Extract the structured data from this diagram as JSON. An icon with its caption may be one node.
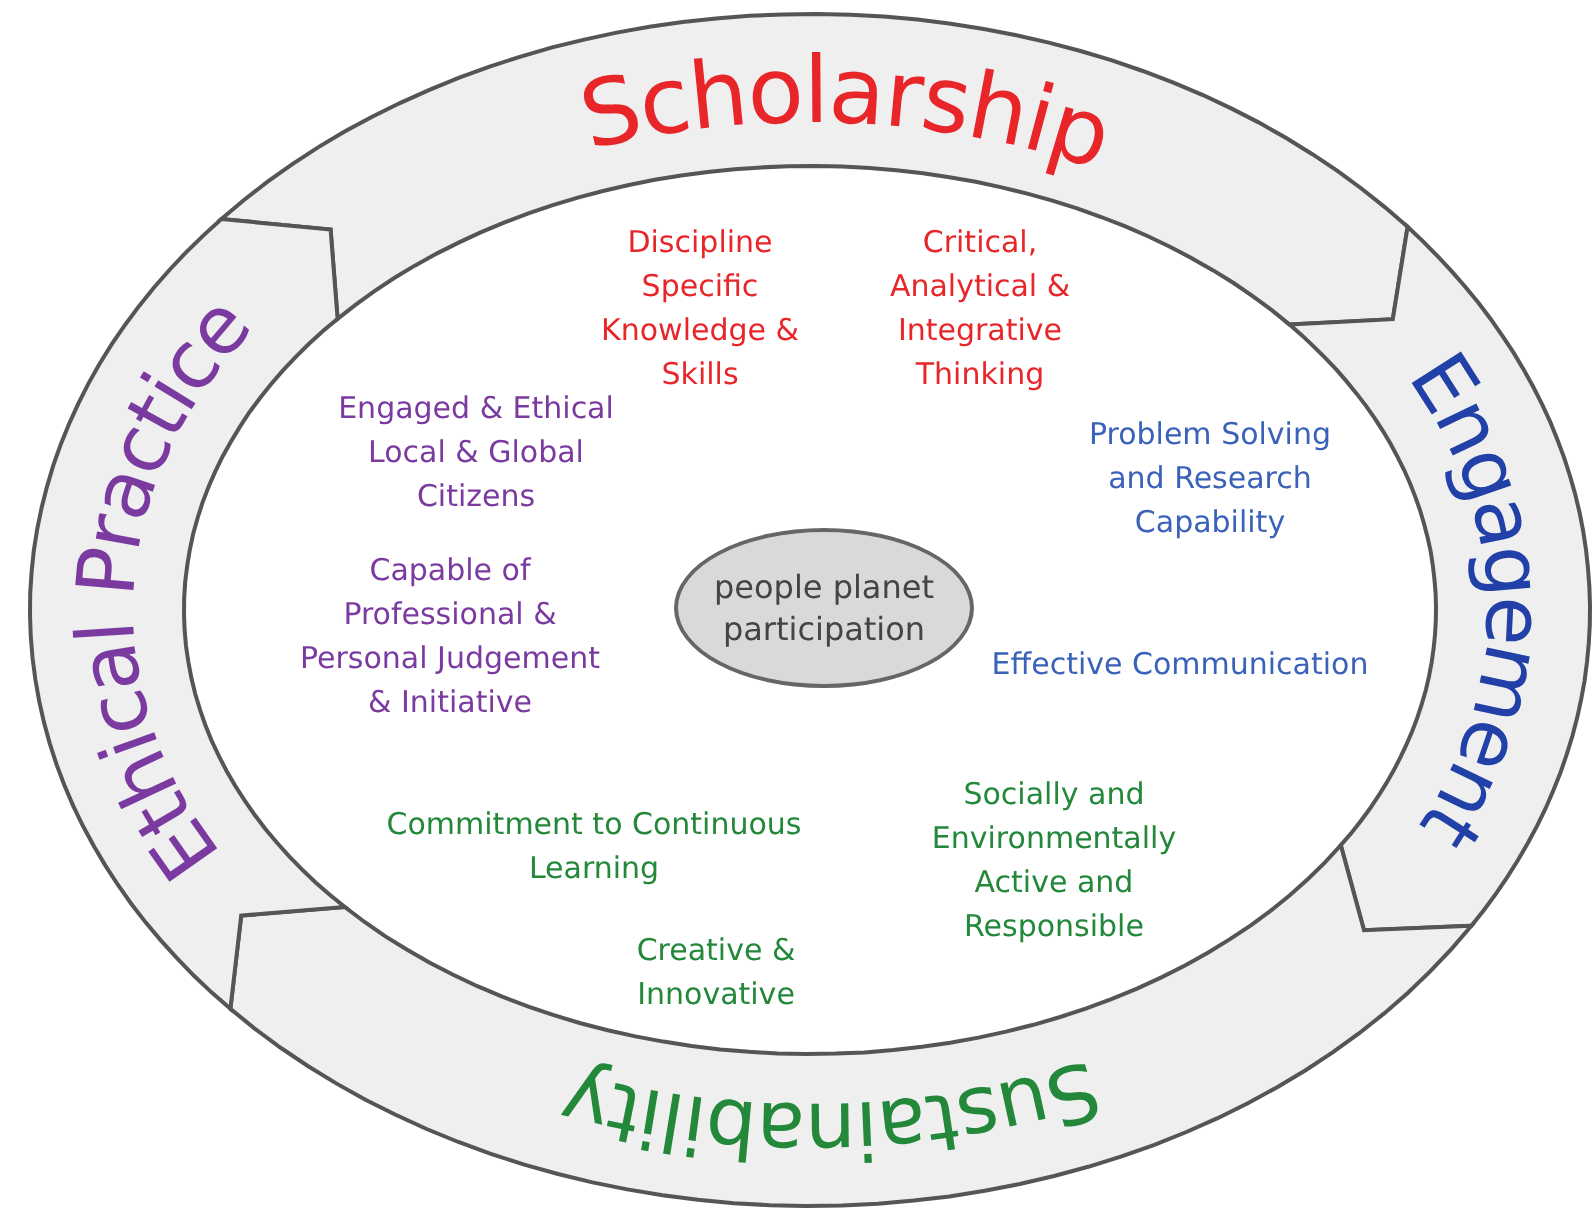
{
  "diagram": {
    "nodes": [
      {
        "text": [
          "Scholarship"
        ]
      },
      {
        "text": [
          "Engagement"
        ]
      },
      {
        "text": [
          "Sustainability"
        ]
      },
      {
        "text": [
          "Ethical Practice"
        ]
      },
      {
        "text": [
          "people planet participation"
        ]
      }
    ],
    "labels": [
      "Discipline Specific Knowledge & Skills",
      "Critical, Analytical & Integrative Thinking",
      "Engaged & Ethical Local & Global Citizens",
      "Problem Solving and Research Capability",
      "Capable of Professional & Personal Judgement & Initiative",
      "Effective Communication",
      "Socially and Environmentally Active and Responsible",
      "Commitment to Continuous Learning",
      "Creative & Innovative"
    ]
  }
}
